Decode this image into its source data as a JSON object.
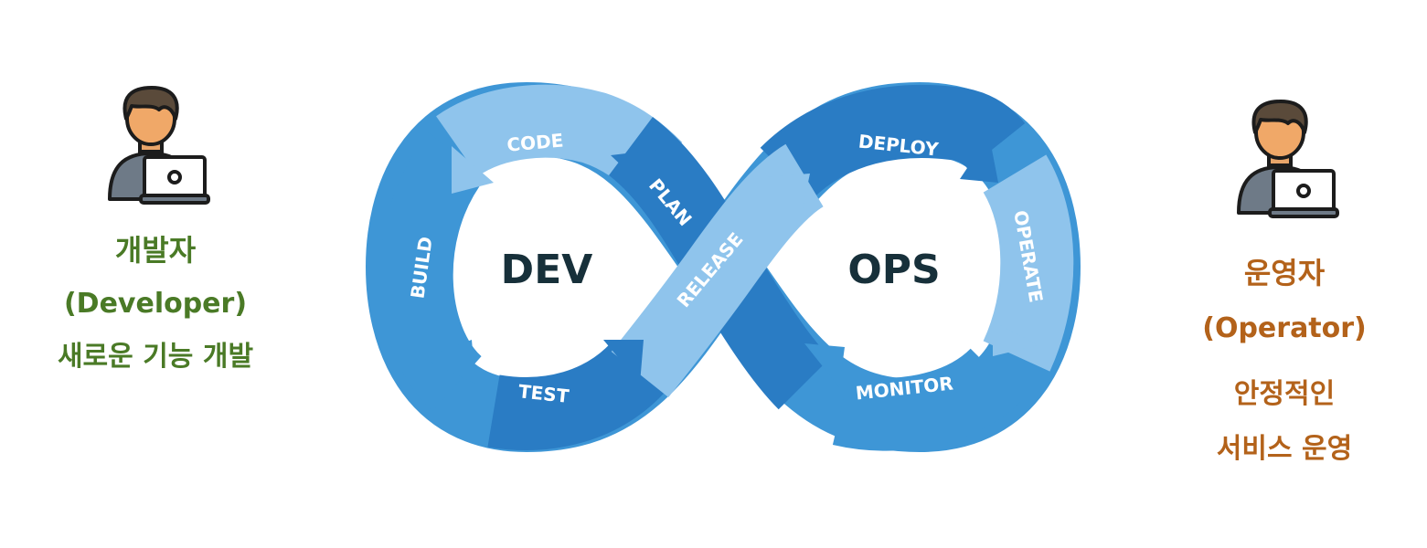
{
  "developer": {
    "title": "개발자",
    "subtitle": "(Developer)",
    "description": "새로운 기능 개발",
    "icon": "developer-at-laptop-icon",
    "color": "#4a7a26"
  },
  "operator": {
    "title": "운영자",
    "subtitle": "(Operator)",
    "description_line1": "안정적인",
    "description_line2": "서비스 운영",
    "icon": "operator-at-laptop-icon",
    "color": "#b3621a"
  },
  "loop": {
    "dev_label": "DEV",
    "ops_label": "OPS",
    "stages": {
      "code": "CODE",
      "plan": "PLAN",
      "release": "RELEASE",
      "deploy": "DEPLOY",
      "operate": "OPERATE",
      "monitor": "MONITOR",
      "test": "TEST",
      "build": "BUILD"
    },
    "colors": {
      "dark": "#2a7cc4",
      "mid": "#3e96d6",
      "light": "#8fc4ec",
      "center_text": "#17303a"
    }
  }
}
